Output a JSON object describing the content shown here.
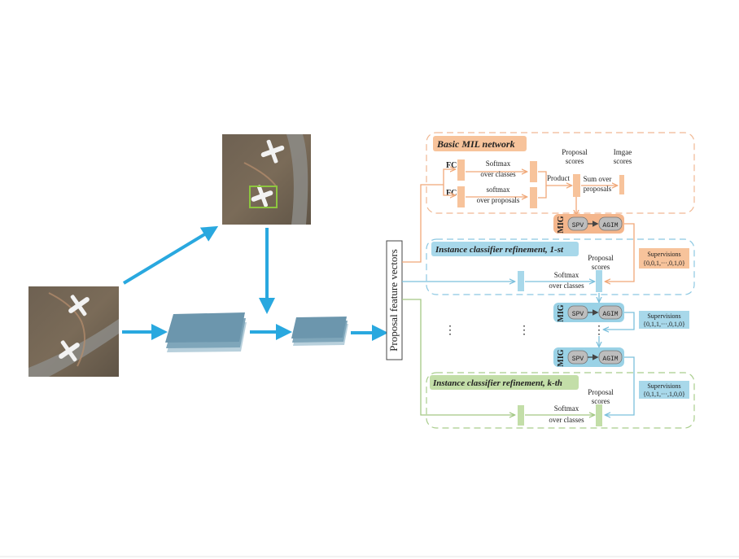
{
  "left": {
    "proposal_feature_vectors": "Proposal feature vectors"
  },
  "basic_mil": {
    "title": "Basic MIL network",
    "fc_top": "FC",
    "fc_bottom": "FC",
    "softmax_classes_1": "Softmax",
    "softmax_classes_2": "over classes",
    "softmax_proposals_1": "softmax",
    "softmax_proposals_2": "over proposals",
    "product": "Product",
    "proposal_scores_1": "Proposal",
    "proposal_scores_2": "scores",
    "image_scores_1": "Imgae",
    "image_scores_2": "scores",
    "sum_over_1": "Sum over",
    "sum_over_2": "proposals"
  },
  "mig": {
    "label": "MIG",
    "spv": "SPV",
    "agim": "AGIM"
  },
  "refine1": {
    "title": "Instance classifier refinement, 1-st",
    "proposal_scores_1": "Proposal",
    "proposal_scores_2": "scores",
    "softmax_1": "Softmax",
    "softmax_2": "over classes",
    "supervisions_label": "Supervisions",
    "supervisions_value": "{0,0,1,···,0,1,0}"
  },
  "mid": {
    "supervisions_label": "Supervisions",
    "supervisions_value": "{0,1,1,···,0,1,0}",
    "ellipsis": "⋮"
  },
  "refinek": {
    "title": "Instance classifier refinement, k-th",
    "proposal_scores_1": "Proposal",
    "proposal_scores_2": "scores",
    "softmax_1": "Softmax",
    "softmax_2": "over classes",
    "supervisions_label": "Supervisions",
    "supervisions_value": "{0,1,1,···,1,0,0}"
  },
  "colors": {
    "arrow_blue": "#29a8df",
    "orange": "#f7c39b",
    "orange_line": "#f0a878",
    "blue": "#a8d8ea",
    "blue_line": "#7cc0dc",
    "green": "#c3dea8",
    "green_line": "#a3c884",
    "mig_orange": "#f4b68c",
    "mig_blue": "#9ad2e6"
  }
}
